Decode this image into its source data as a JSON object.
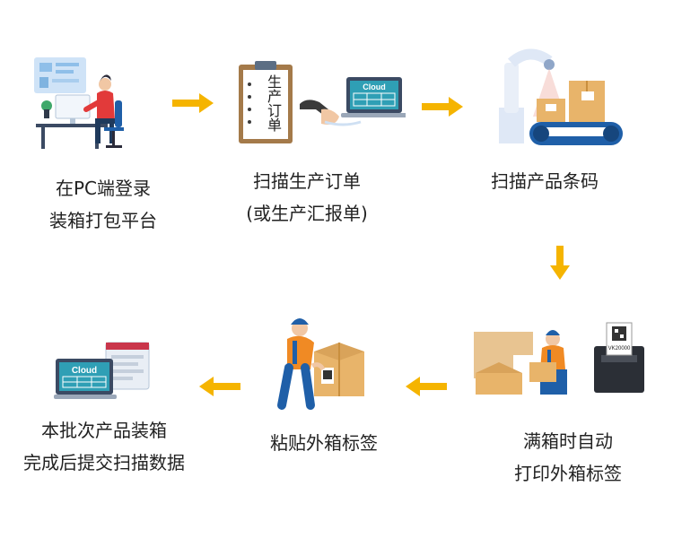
{
  "steps": [
    {
      "line1": "在PC端登录",
      "line2": "装箱打包平台"
    },
    {
      "line1": "扫描生产订单",
      "line2": "(或生产汇报单)",
      "doc_chars": [
        "生",
        "产",
        "订",
        "单"
      ],
      "cloud_label": "Cloud"
    },
    {
      "line1": "扫描产品条码"
    },
    {
      "line1": "满箱时自动",
      "line2": "打印外箱标签",
      "label_code": "VK20000"
    },
    {
      "line1": "粘贴外箱标签"
    },
    {
      "line1": "本批次产品装箱",
      "line2": "完成后提交扫描数据",
      "cloud_label": "Cloud"
    }
  ],
  "colors": {
    "arrow": "#f5b400",
    "blue": "#1d6fb8",
    "box": "#e8b46a",
    "orange": "#f08a24",
    "robot": "#dfe8f6"
  }
}
